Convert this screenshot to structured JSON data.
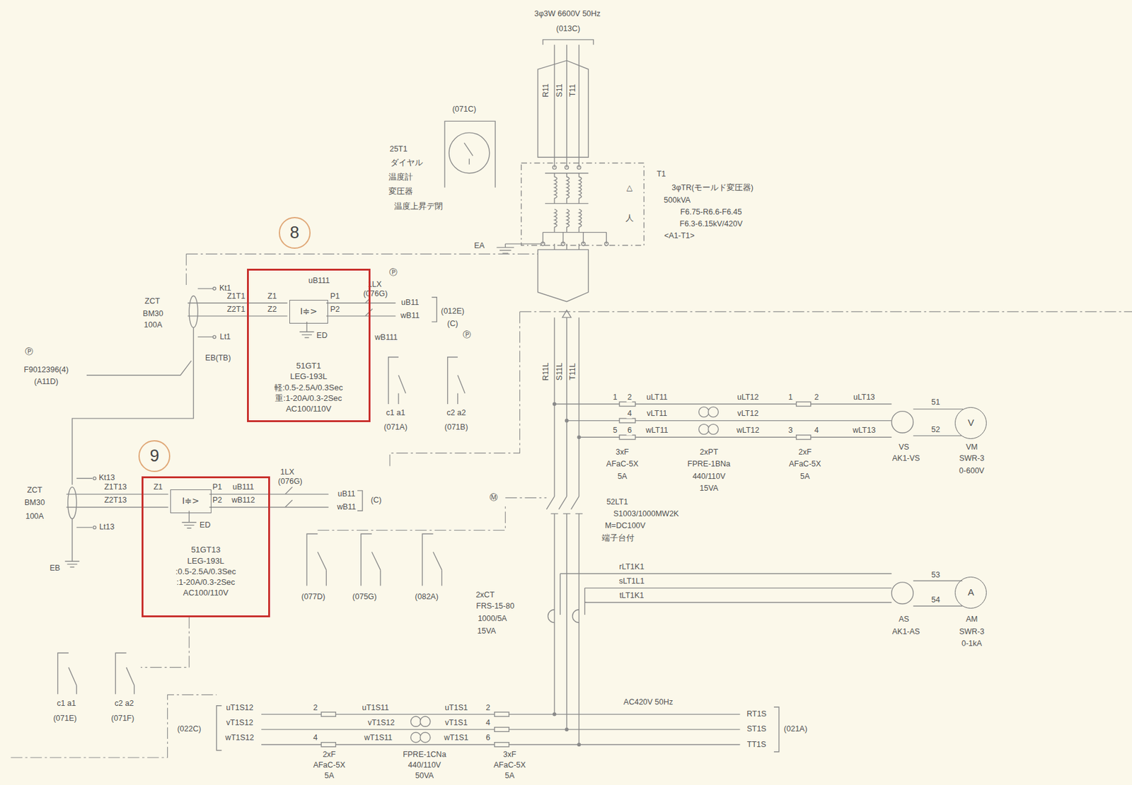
{
  "diagram": {
    "nodes": [
      {
        "text": [
          "8"
        ]
      },
      {
        "text": [
          "9"
        ]
      },
      {
        "text": [
          "51GT1",
          "LEG-193L",
          "軽:0.5-2.5A/0.3Sec",
          "重:1-20A/0.3-2Sec",
          "AC100/110V"
        ]
      },
      {
        "text": [
          "I≑>"
        ],
        "in": 2
      },
      {
        "text": [
          "51GT13",
          "LEG-193L",
          ":0.5-2.5A/0.3Sec",
          ":1-20A/0.3-2Sec",
          "AC100/110V"
        ]
      },
      {
        "text": [
          "I≑>"
        ],
        "in": 4
      },
      {
        "text": [
          "V"
        ]
      },
      {
        "text": [
          "A"
        ]
      }
    ],
    "labels": [
      "3φ3W 6600V 50Hz",
      "(013C)",
      "R11",
      "S11",
      "T11",
      "(071C)",
      "25T1",
      "ダイヤル",
      "温度計",
      "変圧器",
      "温度上昇デ閉",
      "T1",
      "3φTR(モールド変圧器)",
      "500kVA",
      "F6.75-R6.6-F6.45",
      "F6.3-6.15kV/420V",
      "<A1-T1>",
      "△",
      "人",
      "EA",
      "ZCT",
      "BM30",
      "100A",
      "Kt1",
      "Z1T1",
      "Z2T1",
      "Lt1",
      "Ⓟ",
      "F9012396(4)",
      "(A11D)",
      "EB(TB)",
      "Z1",
      "Z2",
      "uB111",
      "P1",
      "P2",
      "ED",
      "Ⓟ",
      "1LX",
      "(076G)",
      "uB11",
      "wB11",
      "wB111",
      "(012E)",
      "(C)",
      "Ⓟ",
      "c1 a1",
      "(071A)",
      "c2 a2",
      "(071B)",
      "ZCT",
      "BM30",
      "100A",
      "Kt13",
      "Z1T13",
      "Z2T13",
      "Lt13",
      "EB",
      "Z1",
      "P1",
      "P2",
      "uB111",
      "wB112",
      "ED",
      "1LX",
      "(076G)",
      "uB11",
      "wB11",
      "(C)",
      "(077D)",
      "(075G)",
      "(082A)",
      "c1 a1",
      "(071E)",
      "c2 a2",
      "(071F)",
      "R11L",
      "S11L",
      "T11L",
      "1",
      "2",
      "uLT11",
      "4",
      "vLT11",
      "5",
      "6",
      "wLT11",
      "uLT12",
      "vLT12",
      "wLT12",
      "1",
      "2",
      "3",
      "4",
      "uLT13",
      "wLT13",
      "51",
      "52",
      "VS",
      "AK1-VS",
      "VM",
      "SWR-3",
      "0-600V",
      "3xF",
      "AFaC-5X",
      "5A",
      "2xPT",
      "FPRE-1BNa",
      "440/110V",
      "15VA",
      "2xF",
      "AFaC-5X",
      "5A",
      "Ⓜ",
      "52LT1",
      "S1003/1000MW2K",
      "M=DC100V",
      "端子台付",
      "rLT1K1",
      "sLT1L1",
      "tLT1K1",
      "53",
      "54",
      "AS",
      "AK1-AS",
      "AM",
      "SWR-3",
      "0-1kA",
      "2xCT",
      "FRS-15-80",
      "1000/5A",
      "15VA",
      "AC420V 50Hz",
      "(022C)",
      "uT1S12",
      "vT1S12",
      "wT1S12",
      "2",
      "4",
      "uT1S11",
      "vT1S12",
      "wT1S11",
      "uT1S1",
      "2",
      "vT1S1",
      "4",
      "wT1S1",
      "6",
      "RT1S",
      "ST1S",
      "TT1S",
      "(021A)",
      "2xF",
      "AFaC-5X",
      "5A",
      "FPRE-1CNa",
      "440/110V",
      "50VA",
      "3xF",
      "AFaC-5X",
      "5A"
    ]
  }
}
